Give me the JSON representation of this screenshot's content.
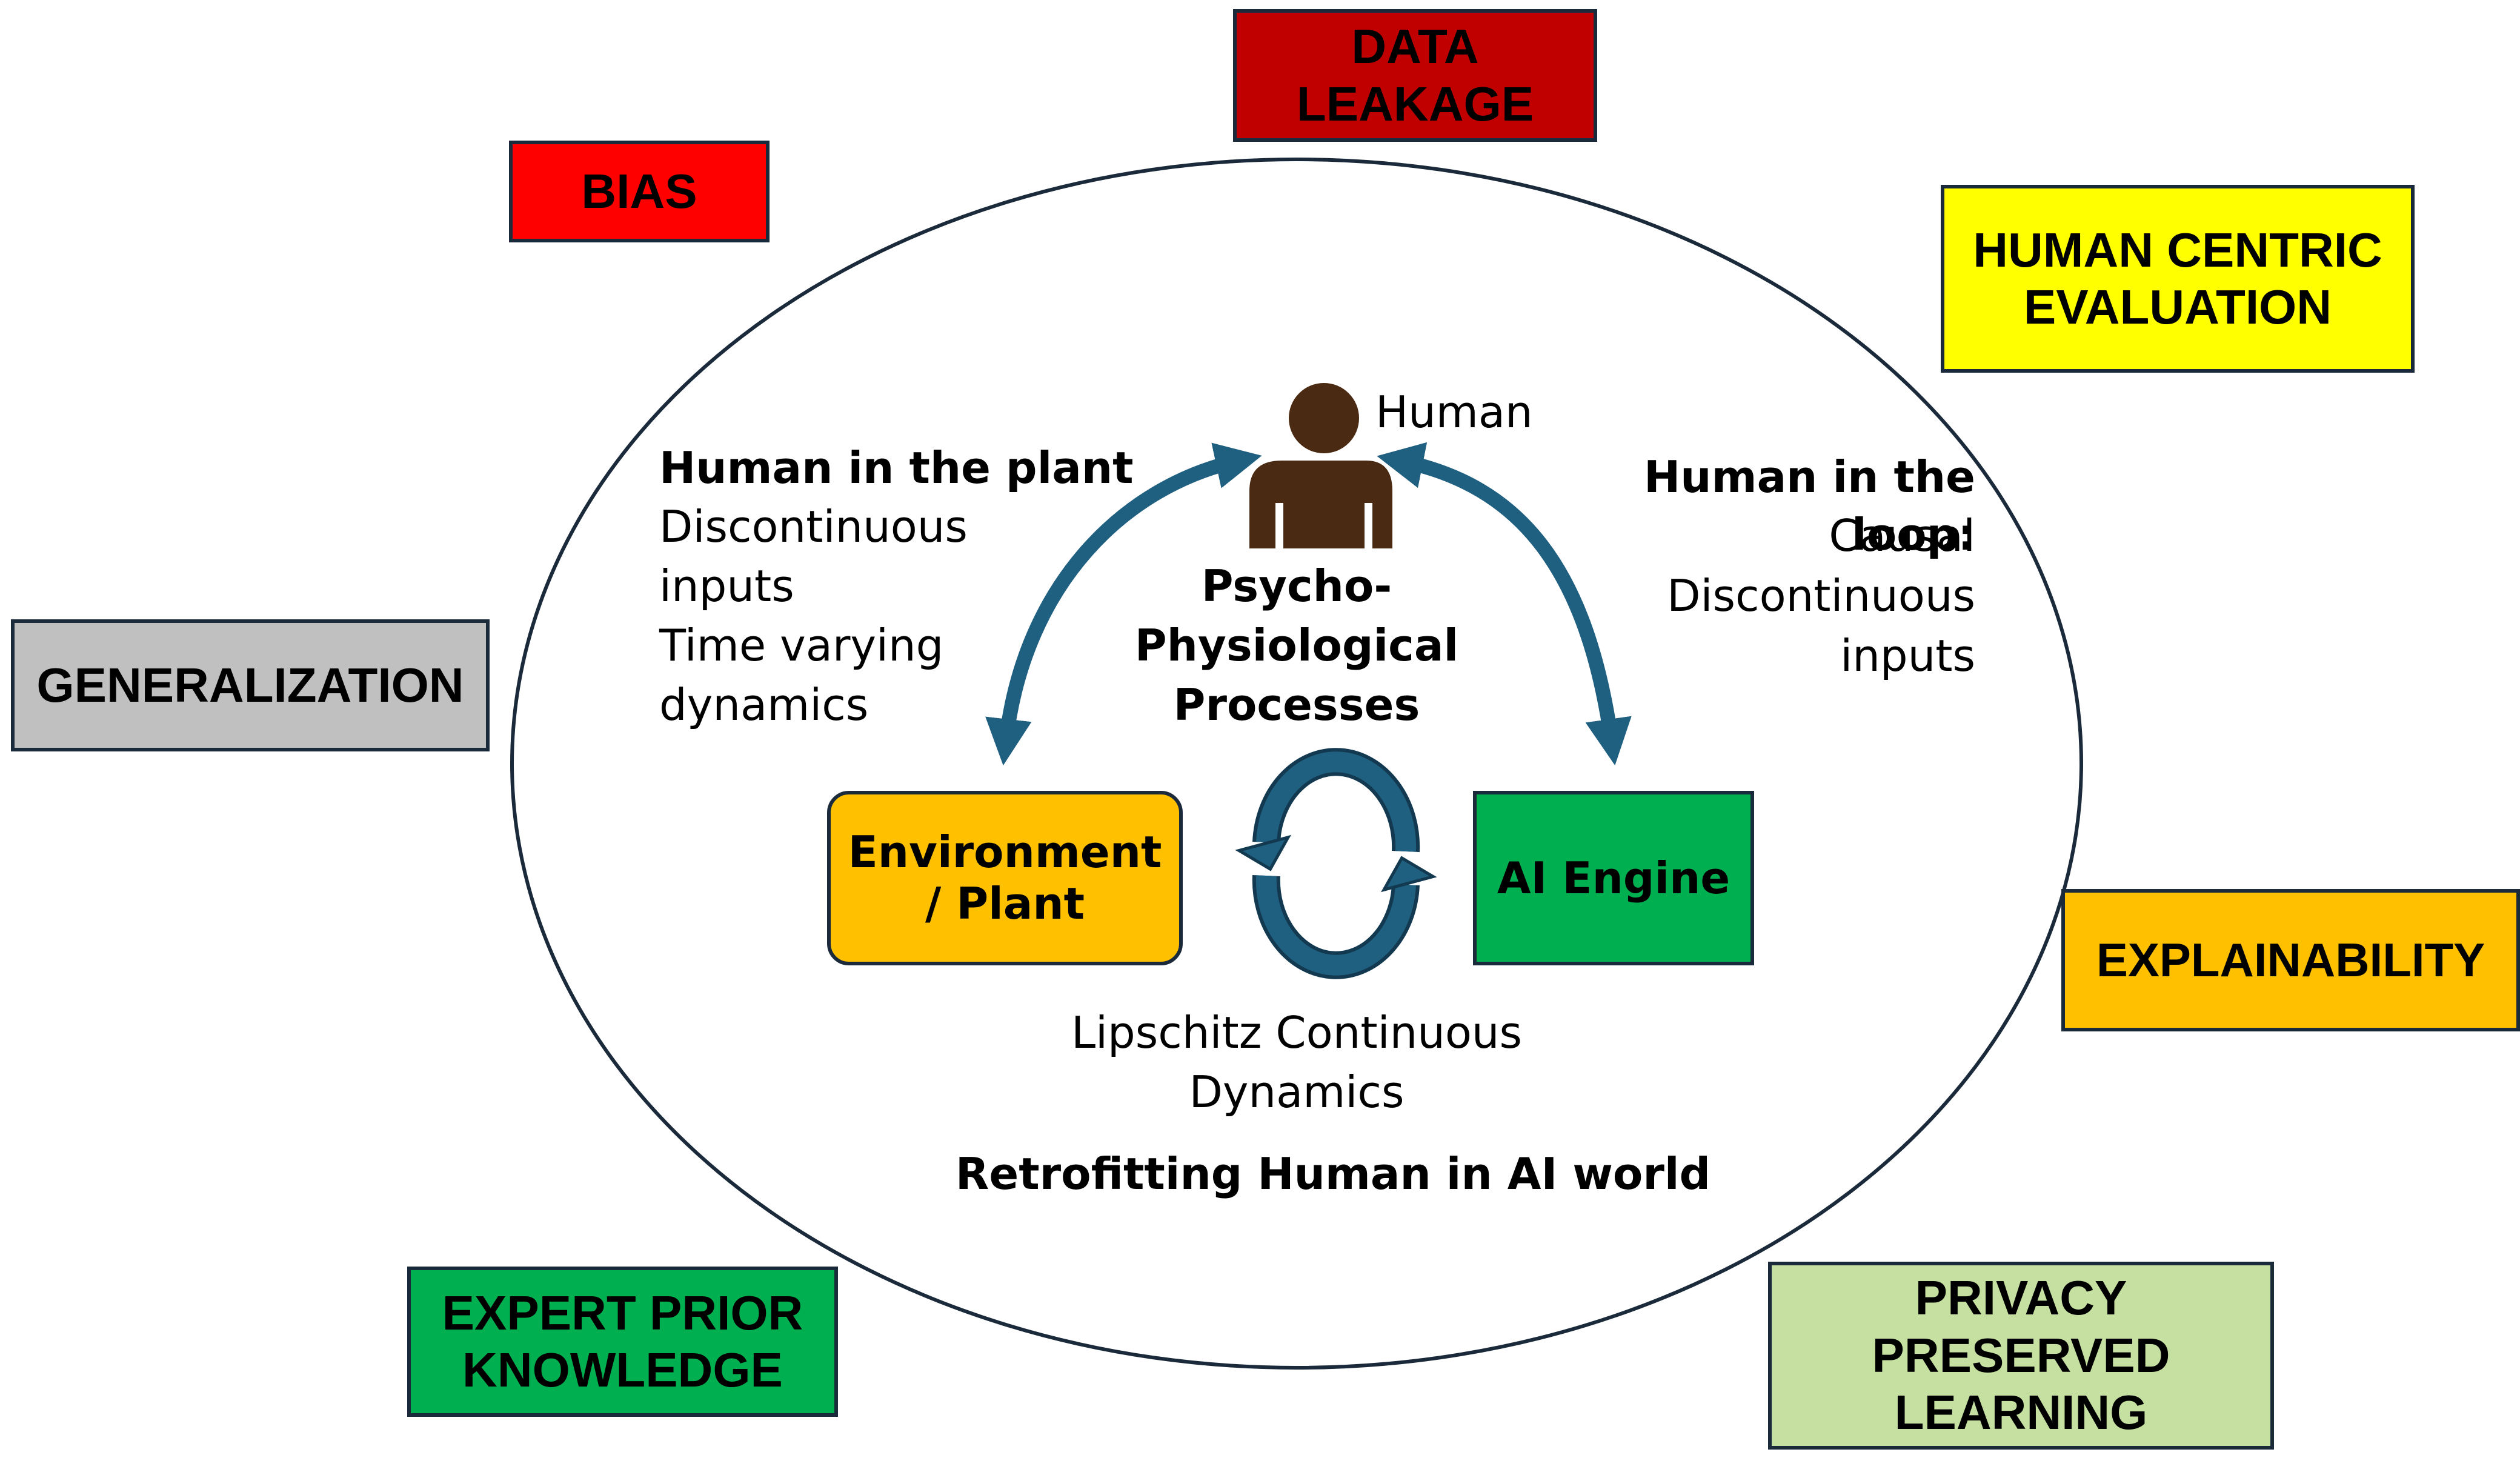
{
  "challenges": {
    "data_leakage": {
      "label": "DATA\nLEAKAGE",
      "color": "#c00000"
    },
    "bias": {
      "label": "BIAS",
      "color": "#ff0000"
    },
    "human_centric": {
      "label": "HUMAN CENTRIC\nEVALUATION",
      "color": "#ffff00"
    },
    "generalization": {
      "label": "GENERALIZATION",
      "color": "#c0c0c0"
    },
    "explainability": {
      "label": "EXPLAINABILITY",
      "color": "#ffc000"
    },
    "expert_prior": {
      "label": "EXPERT PRIOR\nKNOWLEDGE",
      "color": "#00b050"
    },
    "privacy": {
      "label": "PRIVACY\nPRESERVED\nLEARNING",
      "color": "#c5e0a0"
    }
  },
  "center": {
    "human_label": "Human",
    "human_in_plant_title": "Human in the plant",
    "human_in_plant_body": "Discontinuous\ninputs\nTime varying\ndynamics",
    "human_in_loop_title": "Human in the loop:",
    "human_in_loop_body": "Causal\nDiscontinuous\ninputs",
    "psycho": "Psycho-\nPhysiological\nProcesses",
    "environment": {
      "label": "Environment\n/ Plant",
      "color": "#ffc000"
    },
    "ai_engine": {
      "label": "AI Engine",
      "color": "#00b050"
    },
    "lipschitz": "Lipschitz Continuous\nDynamics",
    "retrofitting": "Retrofitting Human in AI world"
  },
  "icons": [
    "person-icon",
    "cycle-arrows-icon"
  ],
  "colors": {
    "arrow": "#1f5f80",
    "person": "#4a2a12",
    "outline": "#1b2a3a"
  }
}
